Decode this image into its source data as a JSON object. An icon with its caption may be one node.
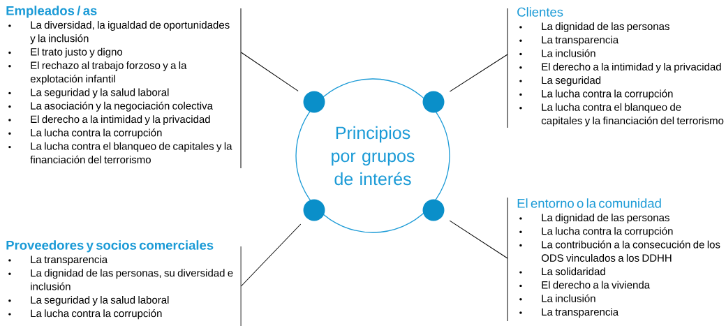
{
  "diagram": {
    "nodes": [
      {
        "text": [
          "Empleados / as",
          "La diversidad, la igualdad de oportunidades y la inclusión",
          "El trato justo y digno",
          "El rechazo al trabajo forzoso y a la explotación infantil",
          "La seguridad y la salud laboral",
          "La asociación y la negociación colectiva",
          "El derecho a la intimidad y la privacidad",
          "La lucha contra la corrupción",
          "La lucha contra el blanqueo de capitales y la financiación del terrorismo"
        ]
      },
      {
        "text": [
          "Clientes",
          "La dignidad de las personas",
          "La transparencia",
          "La inclusión",
          "El derecho a la intimidad y la privacidad",
          "La seguridad",
          "La lucha contra la corrupción",
          "La lucha contra el blanqueo de capitales y la financiación del terrorismo"
        ]
      },
      {
        "text": [
          "Principios por grupos de interés"
        ]
      },
      {
        "text": [],
        "shape": "circle"
      },
      {
        "text": [],
        "shape": "circle"
      },
      {
        "text": [],
        "shape": "circle"
      },
      {
        "text": [],
        "shape": "circle"
      },
      {
        "text": [
          "El entorno o la comunidad",
          "La dignidad de las personas",
          "La lucha contra la corrupción",
          "La contribución a la consecución de los ODS vinculados a los DDHH",
          "La solidaridad",
          "El derecho a la vivienda",
          "La inclusión",
          "La transparencia"
        ]
      },
      {
        "text": [
          "Proveedores y socios comerciales",
          "La transparencia",
          "La dignidad de las personas, su diversidad e inclusión",
          "La seguridad y la salud laboral",
          "La lucha contra la corrupción"
        ]
      }
    ],
    "edges": [
      {
        "from": 0,
        "to": 3,
        "arrow": "none"
      },
      {
        "from": 1,
        "to": 4,
        "arrow": "none"
      },
      {
        "from": 8,
        "to": 5,
        "arrow": "none"
      },
      {
        "from": 7,
        "to": 6,
        "arrow": "none"
      }
    ]
  }
}
